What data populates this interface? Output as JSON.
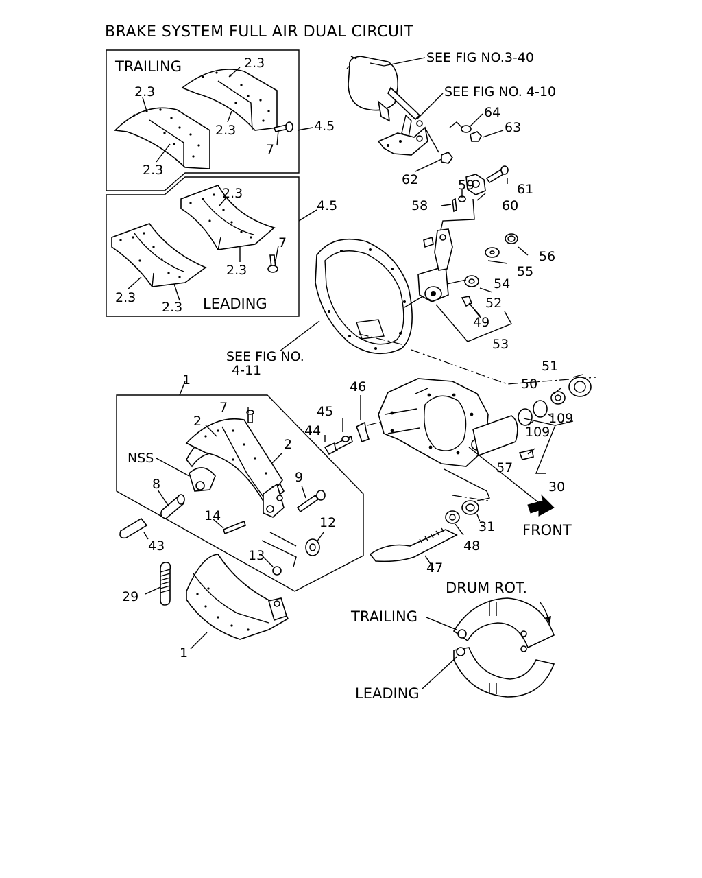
{
  "title": "BRAKE SYSTEM FULL AIR DUAL CIRCUIT",
  "insets": {
    "trailing_label": "TRAILING",
    "leading_label": "LEADING"
  },
  "references": {
    "fig_3_40": "SEE FIG NO.3-40",
    "fig_4_10": "SEE FIG NO. 4-10",
    "fig_4_11_line1": "SEE FIG NO.",
    "fig_4_11_line2": "4-11"
  },
  "callouts": {
    "lining_a": "2.3",
    "lining_b": "2.3",
    "lining_c": "2.3",
    "lining_d": "2.3",
    "lining_e": "2.3",
    "lining_f": "2.3",
    "lining_g": "2.3",
    "lining_h": "2.3",
    "rivet_top": "7",
    "rivet_lower": "7",
    "kit_top": "4.5",
    "kit_lower": "4.5",
    "p64": "64",
    "p63": "63",
    "p62": "62",
    "p59": "59",
    "p61": "61",
    "p58": "58",
    "p60": "60",
    "p56": "56",
    "p55": "55",
    "p54": "54",
    "p52": "52",
    "p49": "49",
    "p53": "53",
    "p51": "51",
    "p50": "50",
    "p46": "46",
    "p45": "45",
    "p44": "44",
    "p109a": "109",
    "p109b": "109",
    "p57": "57",
    "p30": "30",
    "p31": "31",
    "p48": "48",
    "p47": "47",
    "shoe_group": "1",
    "p7": "7",
    "p2a": "2",
    "p2b": "2",
    "nss": "NSS",
    "p8": "8",
    "p9": "9",
    "p14": "14",
    "p12": "12",
    "p13": "13",
    "p43": "43",
    "p29": "29",
    "p1": "1"
  },
  "front_label": "FRONT",
  "rotation": {
    "drum_rot": "DRUM ROT.",
    "trailing": "TRAILING",
    "leading": "LEADING"
  }
}
